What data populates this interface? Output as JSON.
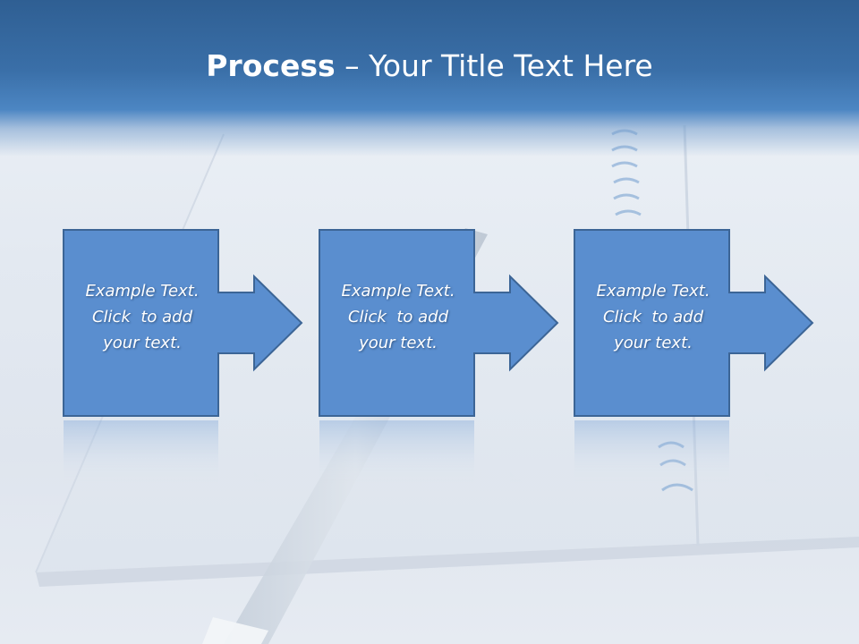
{
  "slide": {
    "title_bold": "Process",
    "title_rest": " – Your Title Text Here"
  },
  "steps": [
    {
      "line1": "Example Text.",
      "line2": "Click  to add",
      "line3": "your text."
    },
    {
      "line1": "Example Text.",
      "line2": "Click  to add",
      "line3": "your text."
    },
    {
      "line1": "Example Text.",
      "line2": "Click  to add",
      "line3": "your text."
    }
  ],
  "colors": {
    "header": "#3a6fa8",
    "box_fill": "#5a8ecf",
    "box_border": "#3c6596",
    "title_text": "#ffffff"
  },
  "icons": {
    "arrow": "right-arrow-icon",
    "notebook": "spiral-notebook-icon",
    "pen": "pen-icon"
  }
}
